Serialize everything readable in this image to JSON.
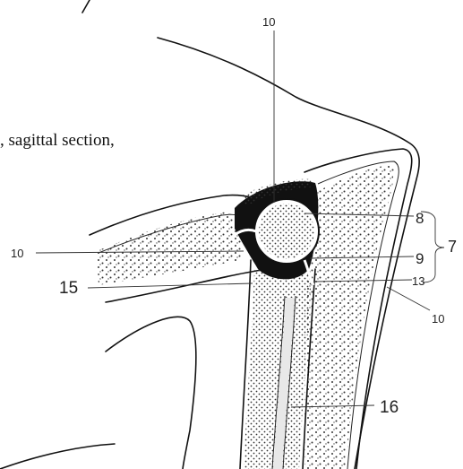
{
  "caption": ", sagittal section,",
  "labels": {
    "l10_top": "10",
    "l10_left": "10",
    "l15": "15",
    "l8": "8",
    "l9": "9",
    "l13": "13",
    "l7": "7",
    "l10_right": "10",
    "l16": "16"
  },
  "colors": {
    "ink": "#111111",
    "background": "#ffffff"
  }
}
